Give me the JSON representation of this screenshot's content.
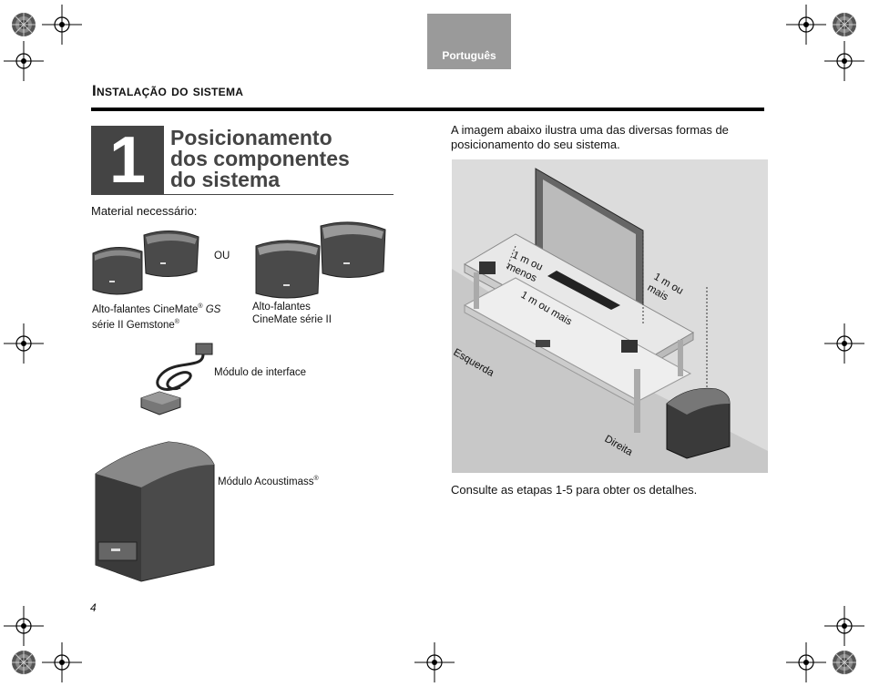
{
  "header": {
    "language_tab": "Português"
  },
  "section": {
    "title": "Instalação do sistema"
  },
  "step": {
    "number": "1",
    "title_line1": "Posicionamento",
    "title_line2": "dos componentes",
    "title_line3": "do sistema"
  },
  "left": {
    "material_label": "Material necessário:",
    "or_label": "OU",
    "speaker1_prefix": "Alto-falantes CineMate",
    "speaker1_reg": "®",
    "speaker1_gs": "GS",
    "speaker1_line2": "série II Gemstone",
    "speaker1_reg2": "®",
    "speaker2_line1": "Alto-falantes",
    "speaker2_line2": "CineMate série II",
    "interface_label": "Módulo de interface",
    "acoustimass_label": "Módulo Acoustimass",
    "acoustimass_reg": "®"
  },
  "right": {
    "intro_line1": "A imagem abaixo ilustra uma das diversas formas de",
    "intro_line2": "posicionamento do seu sistema.",
    "diagram": {
      "label_1m_menos_a": "1 m ou",
      "label_1m_menos_b": "menos",
      "label_1m_mais_center": "1 m ou mais",
      "label_1m_mais_right_a": "1 m ou",
      "label_1m_mais_right_b": "mais",
      "label_esquerda": "Esquerda",
      "label_direita": "Direita"
    },
    "footer_text": "Consulte as etapas 1-5 para obter os detalhes."
  },
  "footer": {
    "page_number": "4"
  }
}
